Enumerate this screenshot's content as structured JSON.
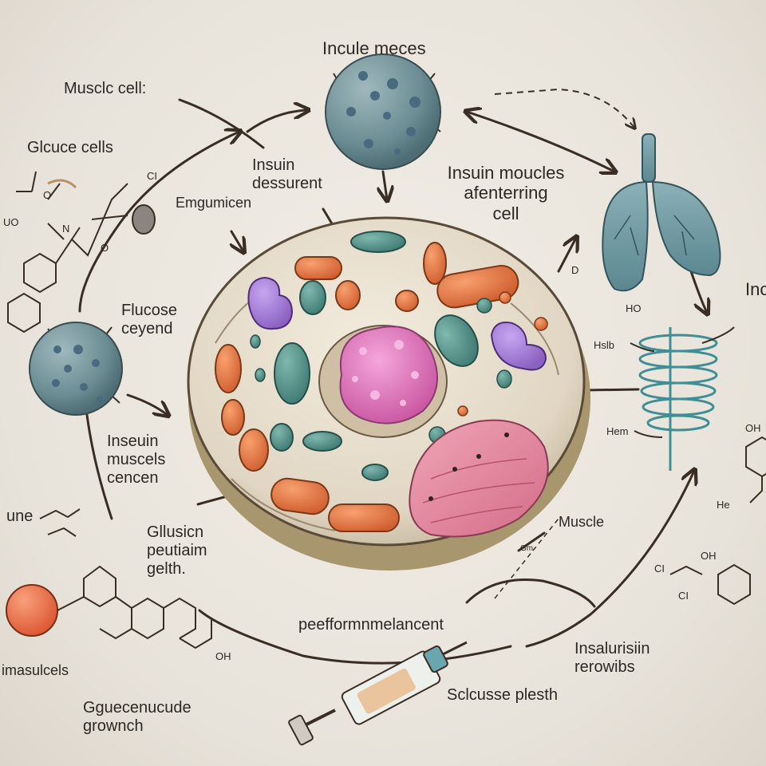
{
  "labels": {
    "top_cell": "Incule meces",
    "muscle_cell": "Musclc cell:",
    "glucose_cells": "Glcuce cells",
    "insulin_dessurent": "Insuin\ndessurent",
    "insulin_moucles": "Insuin moucles\nafenterring\ncell",
    "emgumicen": "Emgumicen",
    "flucose_ceyend": "Flucose\nceyend",
    "insulin_muscels": "Inseuin\nmuscels\ncencen",
    "une": "une",
    "glusicn": "Gllusicn\npeutiaim\ngelth.",
    "muscle": "Muscle",
    "peeform": "peefformnmelancent",
    "insalurisiin": "Insalurisiin\nrerowibs",
    "sclcusse": "Sclcusse plesth",
    "gguecenucude": "Gguecenucude\ngrownch",
    "imasulcels": "imasulcels",
    "ino_partial": "Inc",
    "ho_small": "HO",
    "hol": "Hslb",
    "hem": "Hem",
    "he": "He",
    "d_mark": "D",
    "gm": "Gm",
    "oh1": "OH",
    "oh2": "OH",
    "oh3": "OH",
    "uo": "UO",
    "ci": "CI",
    "ci2": "CI",
    "ci3": "CI",
    "n": "N",
    "o1": "O",
    "o2": "O"
  },
  "colors": {
    "background": "#ebe7df",
    "ink": "#3a2e24",
    "cell_body": "#e3d9c8",
    "nucleus": "#e07cc0",
    "organelle_orange": "#e97b4a",
    "organelle_teal": "#4f8f86",
    "organelle_purple": "#a07bd0",
    "muscle_pink": "#e48aa0",
    "glucose_cell": "#6b8c93",
    "lung": "#6f98a2",
    "spring": "#3f8f95"
  }
}
